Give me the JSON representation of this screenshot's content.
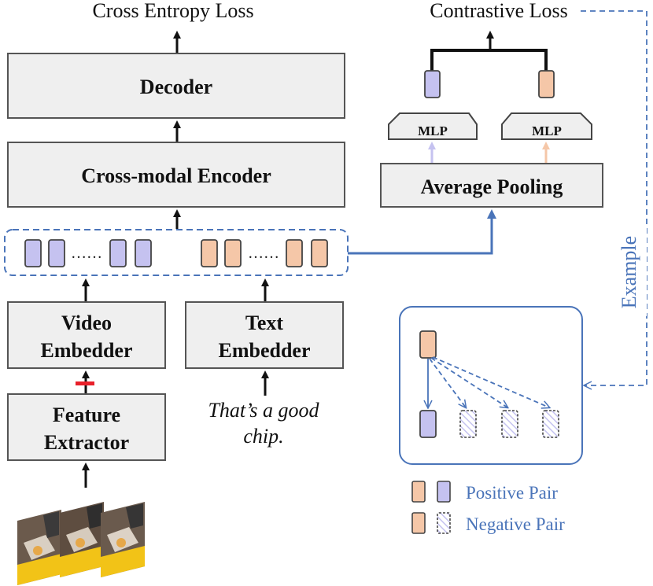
{
  "colors": {
    "video_token": "#c5c2f0",
    "text_token": "#f5c7a8",
    "accent_blue": "#4a74b9",
    "box_fill": "#efefef",
    "block_marker": "#e8202a"
  },
  "labels": {
    "cross_entropy_loss": "Cross Entropy Loss",
    "contrastive_loss": "Contrastive Loss",
    "decoder": "Decoder",
    "cross_modal_encoder": "Cross-modal Encoder",
    "average_pooling": "Average Pooling",
    "mlp_left": "MLP",
    "mlp_right": "MLP",
    "video_embedder_line1": "Video",
    "video_embedder_line2": "Embedder",
    "text_embedder_line1": "Text",
    "text_embedder_line2": "Embedder",
    "feature_extractor_line1": "Feature",
    "feature_extractor_line2": "Extractor",
    "text_input_line1": "That’s a good",
    "text_input_line2": "chip.",
    "video_ellipsis": "……",
    "text_ellipsis": "……",
    "example": "Example",
    "positive_pair": "Positive Pair",
    "negative_pair": "Negative Pair"
  },
  "icons": {
    "video_frames": "video-frames-icon",
    "stop_gradient": "stop-gradient-marker"
  }
}
